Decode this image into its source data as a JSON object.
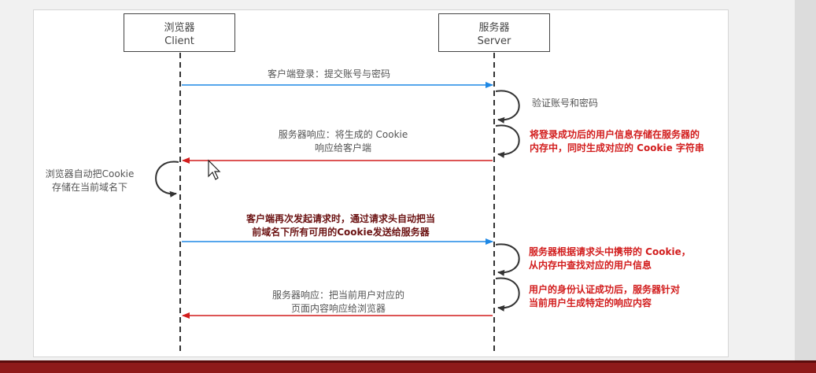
{
  "client": {
    "title": "浏览器",
    "subtitle": "Client"
  },
  "server": {
    "title": "服务器",
    "subtitle": "Server"
  },
  "steps": {
    "login": "客户端登录：提交账号与密码",
    "verify": "验证账号和密码",
    "response1": [
      "服务器响应：将生成的 Cookie",
      "响应给客户端"
    ],
    "store_server": [
      "将登录成功后的用户信息存储在服务器的",
      "内存中，同时生成对应的 Cookie 字符串"
    ],
    "store_client": [
      "浏览器自动把Cookie",
      "存储在当前域名下"
    ],
    "request2": [
      "客户端再次发起请求时，通过请求头自动把当",
      "前域名下所有可用的Cookie发送给服务器"
    ],
    "lookup": [
      "服务器根据请求头中携带的 Cookie，",
      "从内存中查找对应的用户信息"
    ],
    "auth": [
      "用户的身份认证成功后，服务器针对",
      "当前用户生成特定的响应内容"
    ],
    "response2": [
      "服务器响应：把当前用户对应的",
      "页面内容响应给浏览器"
    ]
  },
  "colors": {
    "request": "#1e88e5",
    "response": "#d21d1d",
    "lifeline": "#333333"
  }
}
